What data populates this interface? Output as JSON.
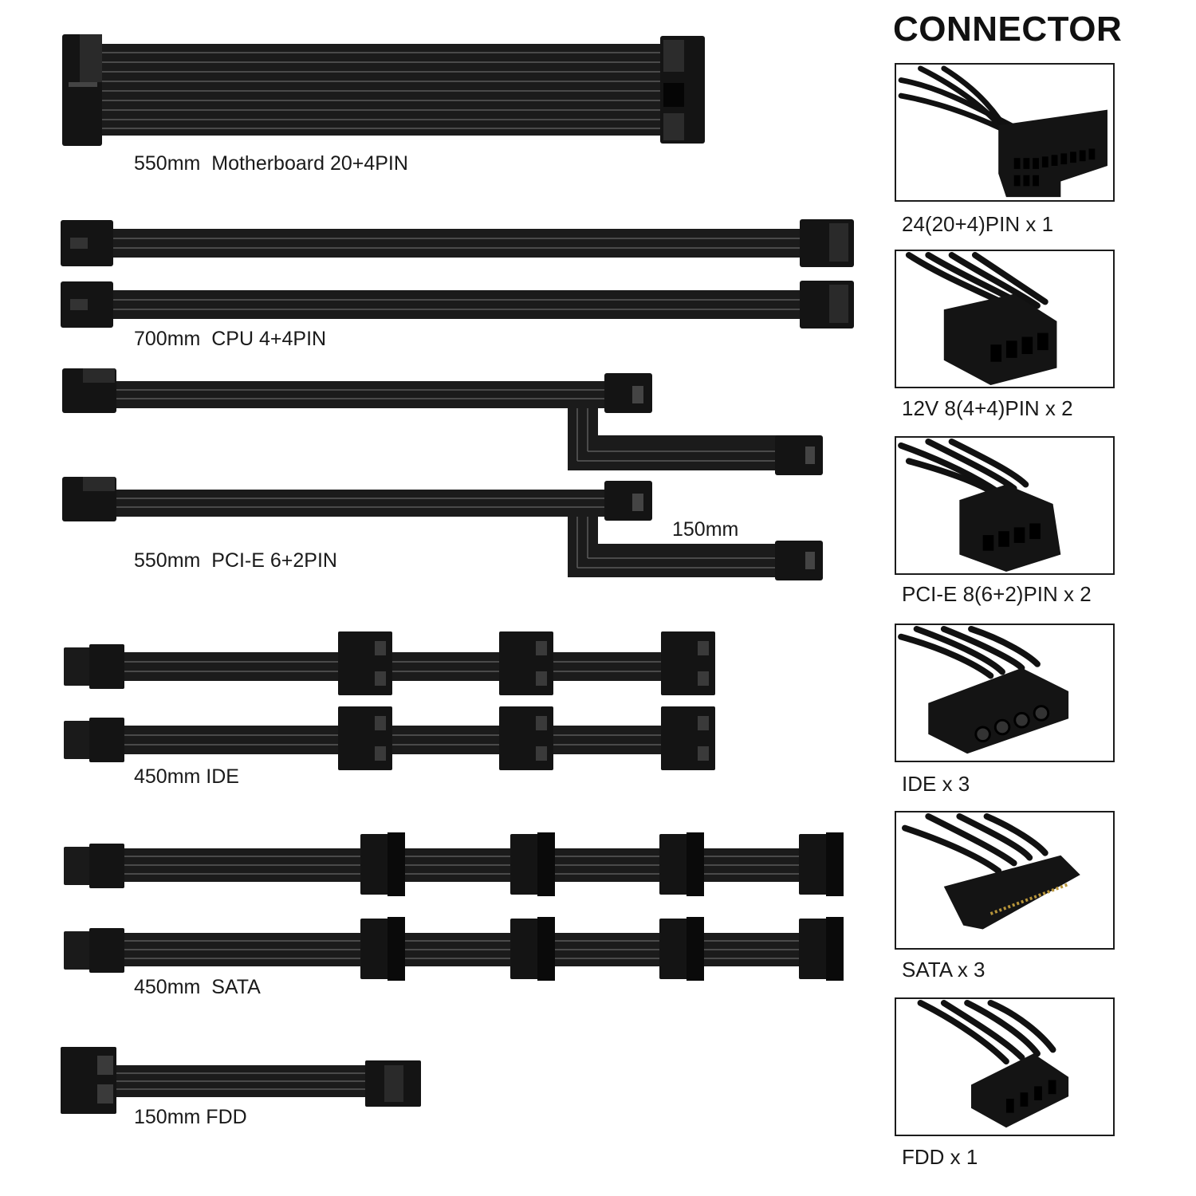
{
  "header": "CONNECTOR",
  "cables": [
    {
      "id": "motherboard",
      "label": "550mm  Motherboard 20+4PIN"
    },
    {
      "id": "cpu",
      "label": "700mm  CPU 4+4PIN"
    },
    {
      "id": "pcie",
      "label": "550mm  PCI-E 6+2PIN",
      "branch_label": "150mm"
    },
    {
      "id": "ide",
      "label": "450mm IDE"
    },
    {
      "id": "sata",
      "label": "450mm  SATA"
    },
    {
      "id": "fdd",
      "label": "150mm FDD"
    }
  ],
  "connectors": [
    {
      "icon": "atx-24pin-connector-icon",
      "caption": "24(20+4)PIN x 1"
    },
    {
      "icon": "eps-8pin-connector-icon",
      "caption": "12V 8(4+4)PIN x 2"
    },
    {
      "icon": "pcie-8pin-connector-icon",
      "caption": "PCI-E 8(6+2)PIN x 2"
    },
    {
      "icon": "molex-connector-icon",
      "caption": "IDE x 3"
    },
    {
      "icon": "sata-power-connector-icon",
      "caption": "SATA x 3"
    },
    {
      "icon": "fdd-connector-icon",
      "caption": "FDD x 1"
    }
  ],
  "colors": {
    "cable": "#1b1b1b",
    "connector": "#141414",
    "highlight": "#4a4a4a",
    "border": "#1c1c1c"
  }
}
